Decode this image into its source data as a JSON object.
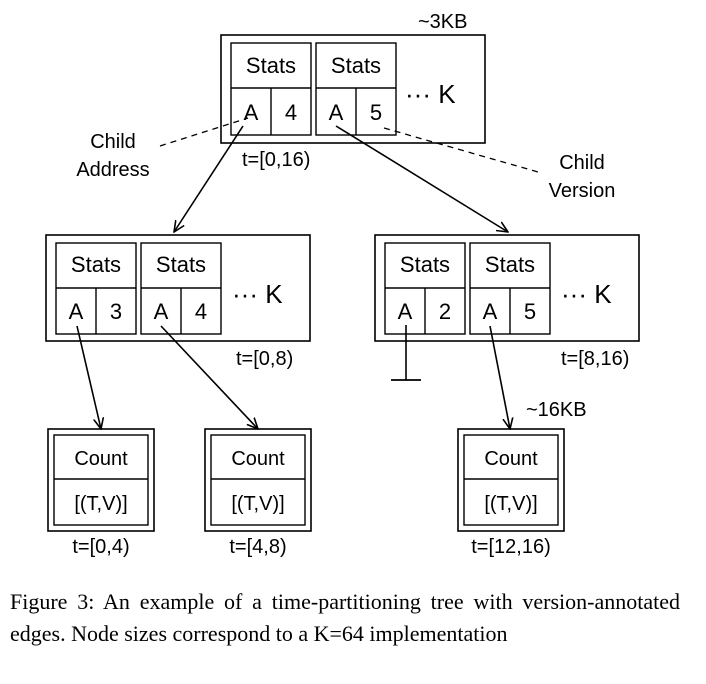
{
  "root": {
    "size_label": "~3KB",
    "entry1": {
      "stats": "Stats",
      "addr": "A",
      "version": "4"
    },
    "entry2": {
      "stats": "Stats",
      "addr": "A",
      "version": "5"
    },
    "more": "··· K",
    "time": "t=[0,16)"
  },
  "annotations": {
    "child_address": [
      "Child",
      "Address"
    ],
    "child_version": [
      "Child",
      "Version"
    ]
  },
  "left_node": {
    "entry1": {
      "stats": "Stats",
      "addr": "A",
      "version": "3"
    },
    "entry2": {
      "stats": "Stats",
      "addr": "A",
      "version": "4"
    },
    "more": "··· K",
    "time": "t=[0,8)"
  },
  "right_node": {
    "entry1": {
      "stats": "Stats",
      "addr": "A",
      "version": "2"
    },
    "entry2": {
      "stats": "Stats",
      "addr": "A",
      "version": "5"
    },
    "more": "··· K",
    "time": "t=[8,16)"
  },
  "leaves": [
    {
      "count": "Count",
      "pairs": "[(T,V)]",
      "time": "t=[0,4)"
    },
    {
      "count": "Count",
      "pairs": "[(T,V)]",
      "time": "t=[4,8)"
    },
    {
      "count": "Count",
      "pairs": "[(T,V)]",
      "time": "t=[12,16)",
      "size_label": "~16KB"
    }
  ],
  "caption": "Figure 3: An example of a time-partitioning tree with version-annotated edges. Node sizes correspond to a K=64 implementation"
}
